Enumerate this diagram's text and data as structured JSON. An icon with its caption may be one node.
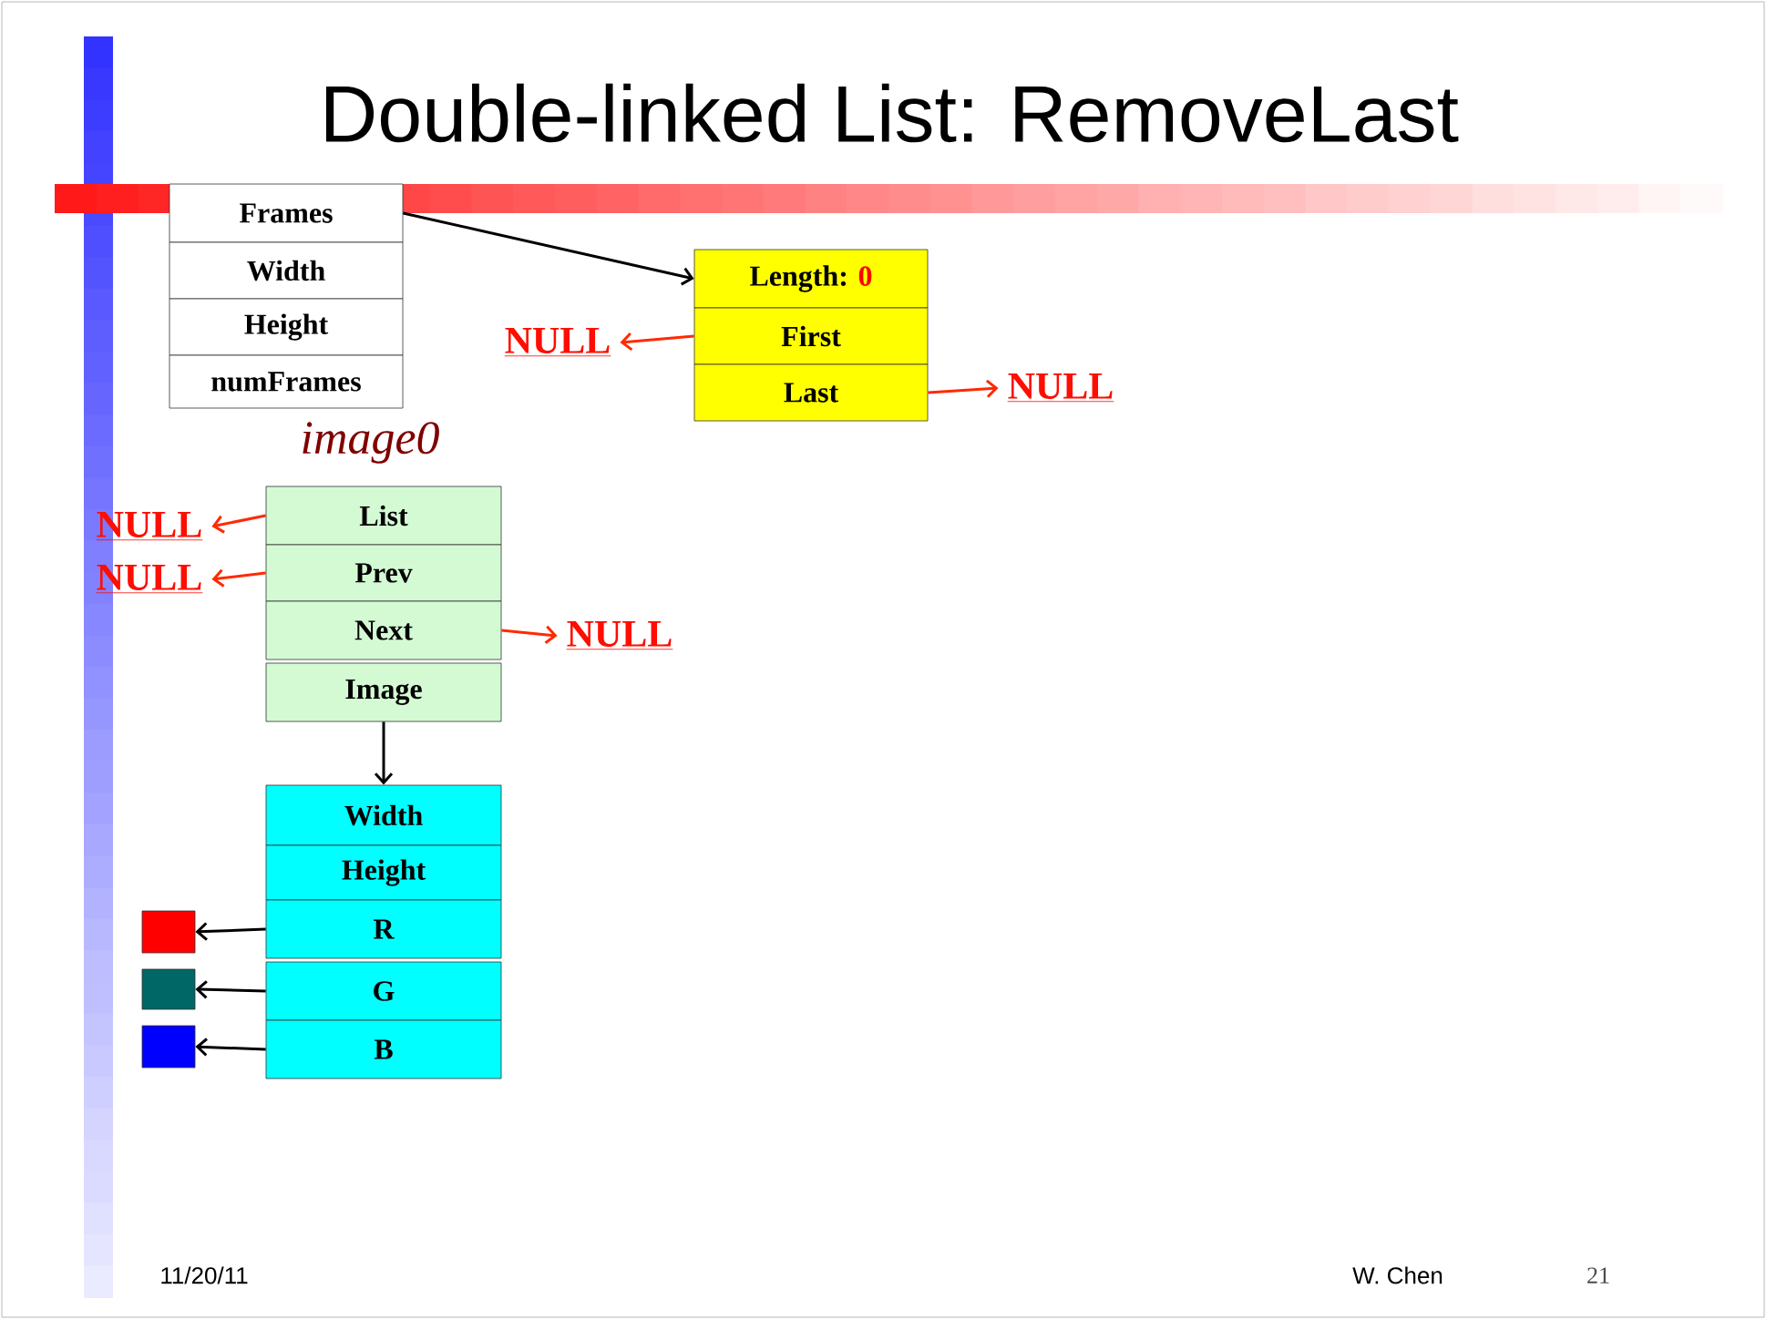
{
  "diagram": {
    "title": "Double-linked List: RemoveLast",
    "nodes": [
      {
        "text": [
          "Frames"
        ]
      },
      {
        "text": [
          "Width"
        ]
      },
      {
        "text": [
          "Height"
        ]
      },
      {
        "text": [
          "numFrames"
        ]
      },
      {
        "text": [
          "Length:",
          "0"
        ]
      },
      {
        "text": [
          "First"
        ]
      },
      {
        "text": [
          "Last"
        ]
      },
      {
        "text": [
          "NULL"
        ]
      },
      {
        "text": [
          "NULL"
        ]
      },
      {
        "text": [
          "List"
        ]
      },
      {
        "text": [
          "Prev"
        ]
      },
      {
        "text": [
          "Next"
        ]
      },
      {
        "text": [
          "Image"
        ]
      },
      {
        "text": [
          "NULL"
        ]
      },
      {
        "text": [
          "NULL"
        ]
      },
      {
        "text": [
          "NULL"
        ]
      },
      {
        "text": [
          "Width"
        ]
      },
      {
        "text": [
          "Height"
        ]
      },
      {
        "text": [
          "R"
        ]
      },
      {
        "text": [
          "G"
        ]
      },
      {
        "text": [
          "B"
        ]
      },
      {
        "text": [],
        "shape": "box"
      },
      {
        "text": [],
        "shape": "box"
      },
      {
        "text": [],
        "shape": "box"
      }
    ],
    "edges": [
      {
        "from": 0,
        "to": 4,
        "arrow": "to"
      },
      {
        "from": 5,
        "to": 7,
        "arrow": "to",
        "color": "#ff2a00"
      },
      {
        "from": 6,
        "to": 8,
        "arrow": "to",
        "color": "#ff2a00"
      },
      {
        "from": 9,
        "to": 13,
        "arrow": "to",
        "color": "#ff2a00"
      },
      {
        "from": 10,
        "to": 14,
        "arrow": "to",
        "color": "#ff2a00"
      },
      {
        "from": 11,
        "to": 15,
        "arrow": "to",
        "color": "#ff2a00"
      },
      {
        "from": 12,
        "to": 16,
        "arrow": "to"
      },
      {
        "from": 18,
        "to": 21,
        "arrow": "to"
      },
      {
        "from": 19,
        "to": 22,
        "arrow": "to"
      },
      {
        "from": 20,
        "to": 23,
        "arrow": "to"
      }
    ],
    "labels": [
      "image0",
      "11/20/11",
      "W. Chen",
      "21"
    ]
  }
}
